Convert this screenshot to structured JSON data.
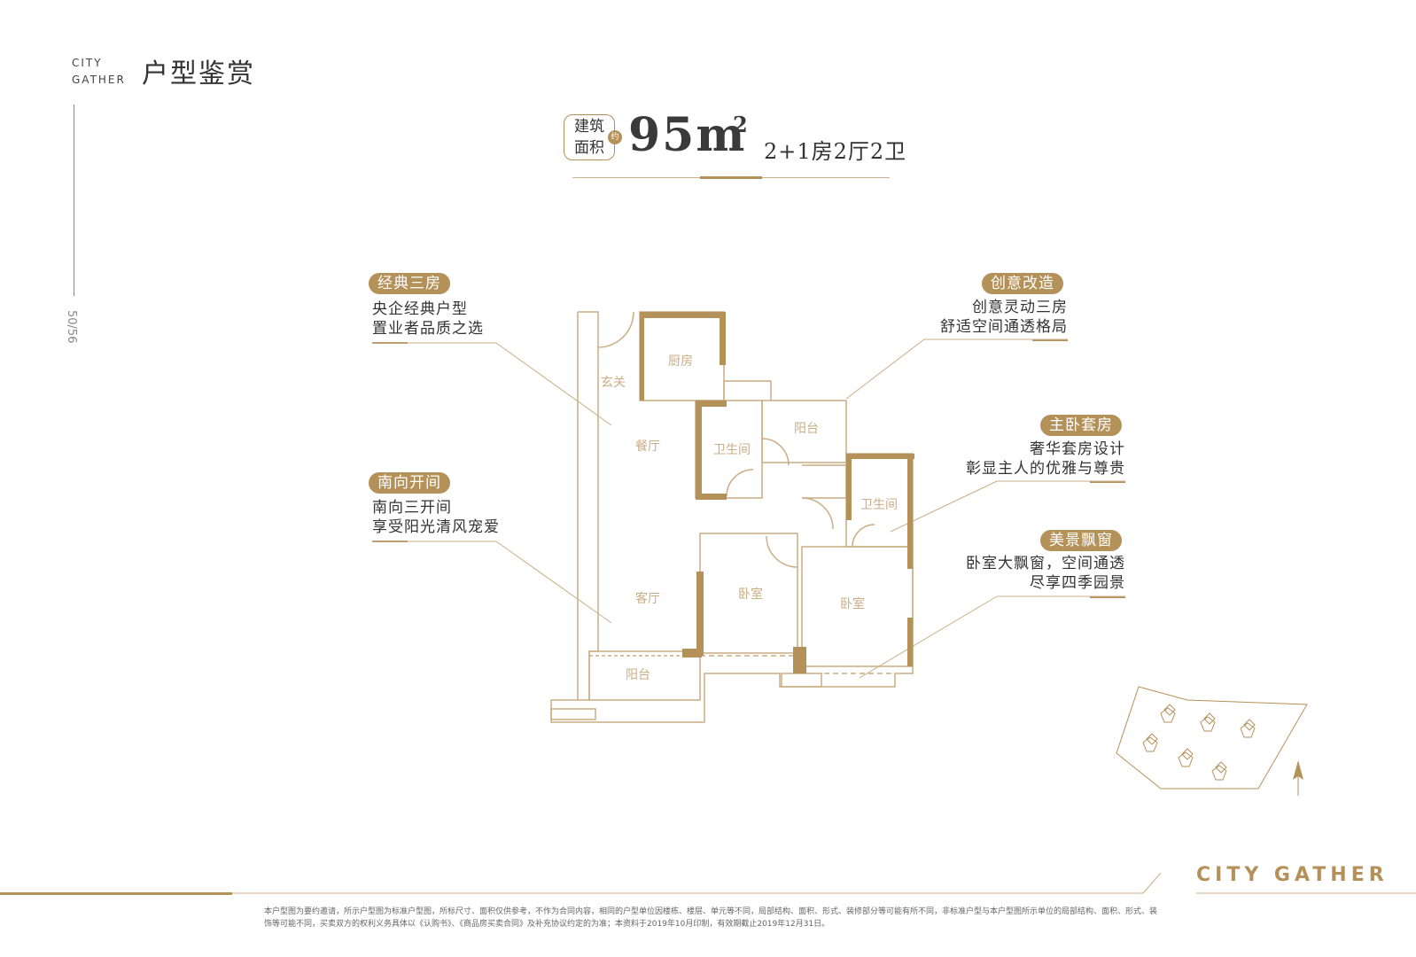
{
  "header": {
    "brand_line1": "CITY",
    "brand_line2": "GATHER",
    "title": "户型鉴赏",
    "page_number": "50/56"
  },
  "unit": {
    "area_label_line1": "建筑",
    "area_label_line2": "面积",
    "approx": "约",
    "area_value": "95m",
    "area_sup": "2",
    "layout": "2+1房2厅2卫"
  },
  "features": [
    {
      "tag": "经典三房",
      "line1": "央企经典户型",
      "line2": "置业者品质之选"
    },
    {
      "tag": "南向开间",
      "line1": "南向三开间",
      "line2": "享受阳光清风宠爱"
    },
    {
      "tag": "创意改造",
      "line1": "创意灵动三房",
      "line2": "舒适空间通透格局"
    },
    {
      "tag": "主卧套房",
      "line1": "奢华套房设计",
      "line2": "彰显主人的优雅与尊贵"
    },
    {
      "tag": "美景飘窗",
      "line1": "卧室大飘窗，空间通透",
      "line2": "尽享四季园景"
    }
  ],
  "rooms": {
    "kitchen": "厨房",
    "foyer": "玄关",
    "dining": "餐厅",
    "bath1": "卫生间",
    "balcony1": "阳台",
    "bath2": "卫生间",
    "living": "客厅",
    "bedroom1": "卧室",
    "bedroom2": "卧室",
    "balcony2": "阳台"
  },
  "footer": {
    "brand": "CITY GATHER",
    "disclaimer": "本户型图为要约邀请，所示户型图为标准户型图，所标尺寸、面积仅供参考，不作为合同内容，相同的户型单位因楼栋、楼层、单元等不同，局部结构、面积、形式、装修部分等可能有所不同，非标准户型与本户型图所示单位的局部结构、面积、形式、装饰等可能不同，买卖双方的权利义务具体以《认购书》、《商品房买卖合同》及补充协议约定的为准；本资料于2019年10月印制，有效期截止2019年12月31日。"
  },
  "colors": {
    "accent": "#b5915a",
    "text": "#333333"
  }
}
